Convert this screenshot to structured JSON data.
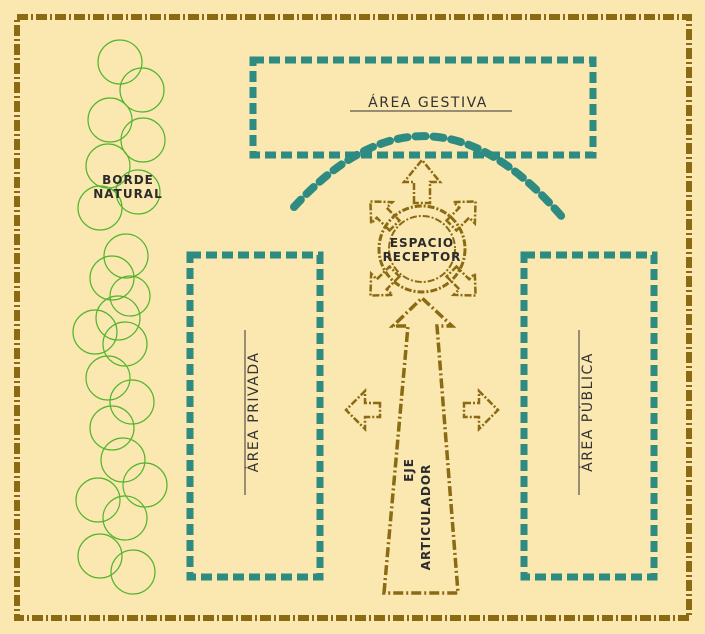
{
  "labels": {
    "area_gestiva": "ÁREA GESTIVA",
    "area_privada": "ÁREA PRIVADA",
    "area_publica": "ÁREA PÚBLICA",
    "borde_line1": "BORDE",
    "borde_line2": "NATURAL",
    "espacio_line1": "ESPACIO",
    "espacio_line2": "RECEPTOR",
    "eje_line1": "EJE",
    "eje_line2": "ARTICULADOR"
  },
  "colors": {
    "background": "#fbe7b0",
    "frame": "#8a6a12",
    "zone": "#2e8b82",
    "arrow": "#8a6a12",
    "tree": "#52b52e"
  }
}
